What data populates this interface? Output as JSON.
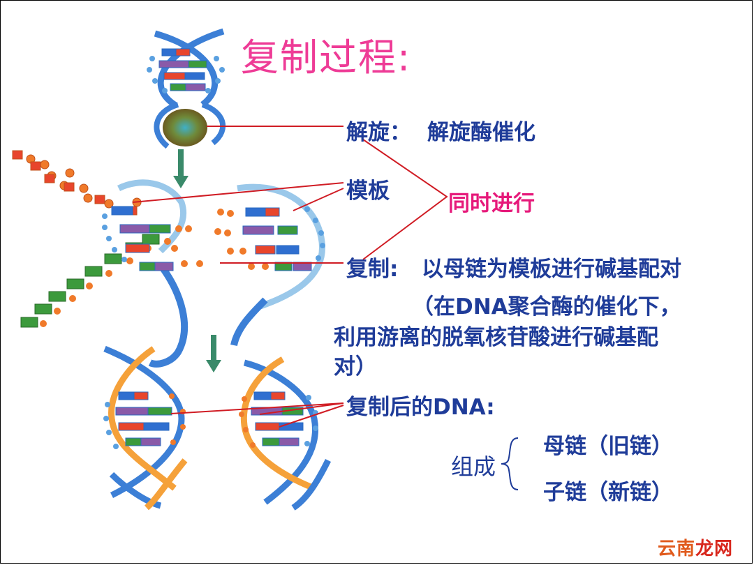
{
  "title": "复制过程:",
  "labels": {
    "unwind": "解旋：",
    "unwind_enzyme": "解旋酶催化",
    "template": "模板",
    "simultaneous": "同时进行",
    "replicate": "复制:",
    "replicate_desc": "以母链为模板进行碱基配对",
    "note_line1": "（在DNA聚合酶的催化下，",
    "note_line2": "利用游离的脱氧核苷酸进行碱基配",
    "note_line3": "对）",
    "after": "复制后的DNA:",
    "composition": "组成",
    "parent_strand": "母链（旧链）",
    "daughter_strand": "子链（新链）"
  },
  "watermark": {
    "part1": "云南",
    "part2": "龙网"
  },
  "colors": {
    "title": "#ee3b96",
    "text_blue": "#1f3c99",
    "text_pink": "#e6197a",
    "pointer_line": "#d01c24",
    "helix_blue": "#3c7fd6",
    "helix_orange": "#f5a13a",
    "base_red": "#e8452c",
    "base_green": "#3c9a3c",
    "base_purple": "#8a5aa8",
    "base_blue": "#2f6fd0",
    "nucleotide_orange": "#f07a2a",
    "arrow_green": "#3a8a6a"
  }
}
